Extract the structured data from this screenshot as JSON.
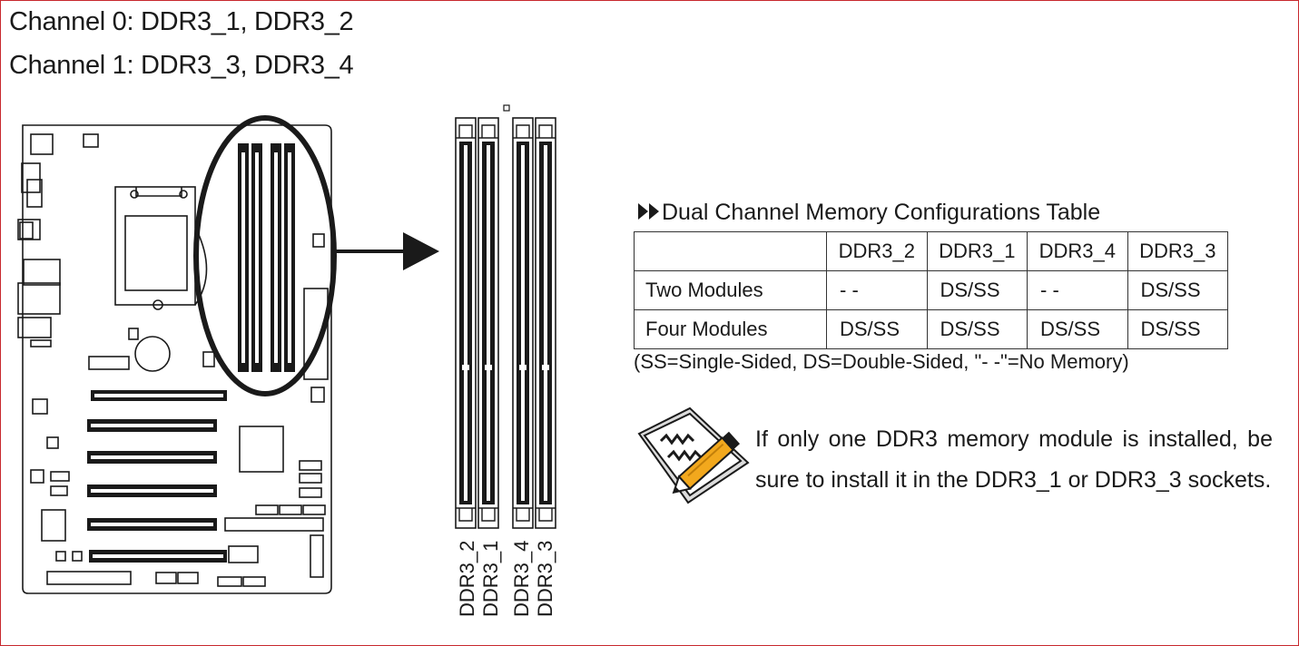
{
  "header": {
    "channel0": "Channel 0: DDR3_1, DDR3_2",
    "channel1": "Channel 1: DDR3_3, DDR3_4"
  },
  "slots": [
    "DDR3_2",
    "DDR3_1",
    "DDR3_4",
    "DDR3_3"
  ],
  "table": {
    "title": "Dual Channel Memory Configurations Table",
    "columns": [
      "DDR3_2",
      "DDR3_1",
      "DDR3_4",
      "DDR3_3"
    ],
    "rows": [
      {
        "label": "Two  Modules",
        "cells": [
          "- -",
          "DS/SS",
          "- -",
          "DS/SS"
        ]
      },
      {
        "label": "Four  Modules",
        "cells": [
          "DS/SS",
          "DS/SS",
          "DS/SS",
          "DS/SS"
        ]
      }
    ],
    "legend": "(SS=Single-Sided, DS=Double-Sided, \"- -\"=No Memory)"
  },
  "note": {
    "icon": "pencil-note-icon",
    "text": "If only one DDR3 memory module is installed, be sure to install it in the DDR3_1 or DDR3_3 sockets."
  },
  "colors": {
    "frame": "#c8282d",
    "line": "#1a1a1a",
    "pencil": "#f2a81d",
    "note_bg": "#dcdcdc"
  }
}
